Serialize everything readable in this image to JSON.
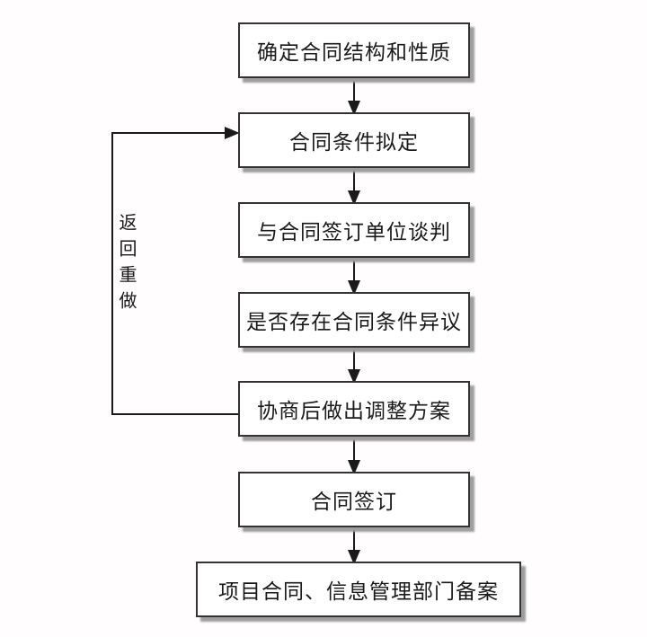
{
  "diagram": {
    "type": "flowchart",
    "nodes": [
      {
        "id": "determine-structure",
        "label": "确定合同结构和性质"
      },
      {
        "id": "draft-conditions",
        "label": "合同条件拟定"
      },
      {
        "id": "negotiate",
        "label": "与合同签订单位谈判"
      },
      {
        "id": "objection-check",
        "label": "是否存在合同条件异议"
      },
      {
        "id": "adjustment-plan",
        "label": "协商后做出调整方案"
      },
      {
        "id": "contract-signing",
        "label": "合同签订"
      },
      {
        "id": "filing",
        "label": "项目合同、信息管理部门备案"
      }
    ],
    "edges": [
      {
        "from": "determine-structure",
        "to": "draft-conditions"
      },
      {
        "from": "draft-conditions",
        "to": "negotiate"
      },
      {
        "from": "negotiate",
        "to": "objection-check"
      },
      {
        "from": "objection-check",
        "to": "adjustment-plan"
      },
      {
        "from": "adjustment-plan",
        "to": "contract-signing"
      },
      {
        "from": "contract-signing",
        "to": "filing"
      },
      {
        "from": "adjustment-plan",
        "to": "draft-conditions",
        "label": "返回重做",
        "kind": "loop-back"
      }
    ],
    "loop_label": "返回重做",
    "colors": {
      "background": "#fffdfe",
      "box_fill": "#ffffff",
      "box_border": "#333333",
      "shadow": "#9e9e9e",
      "line": "#1a1a1a",
      "text": "#1a1a1a"
    }
  }
}
